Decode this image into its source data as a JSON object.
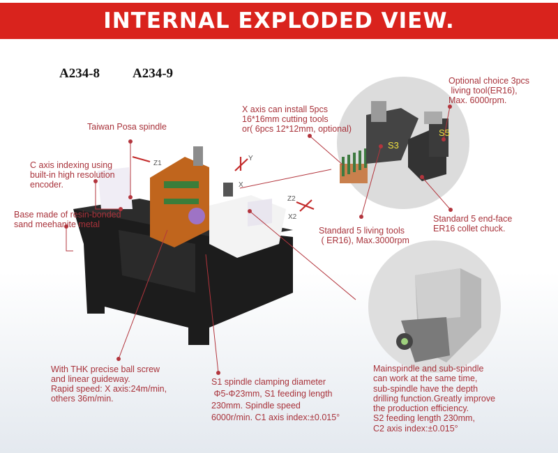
{
  "header": {
    "title": "INTERNAL EXPLODED VIEW."
  },
  "models": [
    "A234-8",
    "A234-9"
  ],
  "axes": {
    "z1": "Z1",
    "y": "Y",
    "x": "X",
    "z2": "Z2",
    "x2": "X2",
    "s3": "S3",
    "s5": "S5"
  },
  "callouts": {
    "spindle": "Taiwan Posa spindle",
    "c_axis": "C axis indexing using\nbuilt-in high resolution\nencoder.",
    "base": "Base made of resin-bonded\nsand meehanite metal",
    "x_axis": "X axis can install 5pcs\n16*16mm cutting tools\nor( 6pcs 12*12mm, optional)",
    "optional": "Optional choice 3pcs\n living tool(ER16),\nMax. 6000rpm.",
    "living": "Standard 5 living tools\n ( ER16), Max.3000rpm",
    "endface": "Standard 5 end-face\nER16 collet chuck.",
    "ballscrew": "With THK precise ball screw\nand linear guideway.\nRapid speed: X axis:24m/min,\nothers 36m/min.",
    "s1": "S1 spindle clamping diameter\n Φ5-Φ23mm, S1 feeding length\n230mm. Spindle speed\n6000r/min. C1 axis index:±0.015°",
    "subspindle": "Mainspindle and sub-spindle\ncan work at the same time,\nsub-spindle have the depth\ndrilling function.Greatly improve\nthe production efficiency.\nS2 feeding length 230mm,\nC2 axis index:±0.015°"
  },
  "colors": {
    "banner": "#d9231d",
    "callout": "#a8323a"
  }
}
